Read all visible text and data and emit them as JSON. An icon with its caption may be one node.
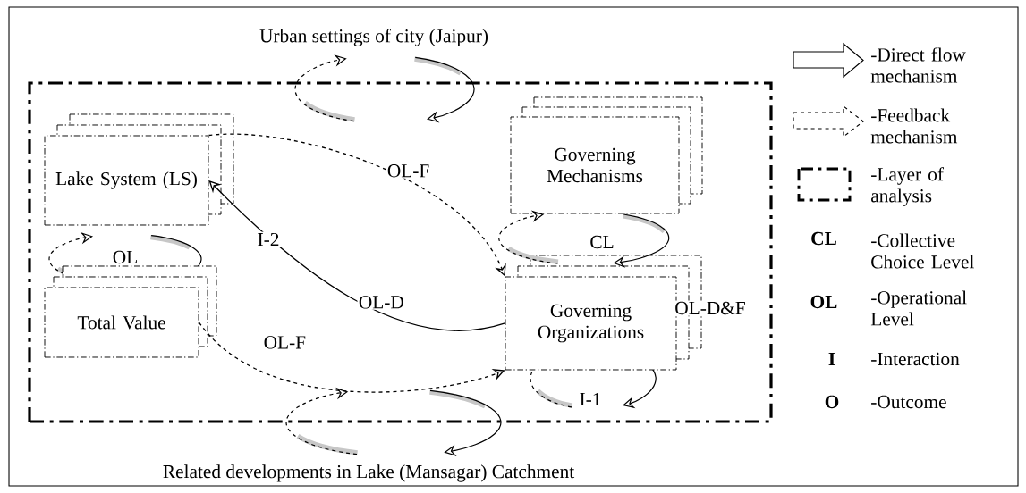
{
  "diagram": {
    "nodes": [
      {
        "text": [],
        "shape": "box"
      },
      {
        "text": [
          "Lake System (LS)"
        ],
        "in": 0
      },
      {
        "text": [
          "Total Value"
        ],
        "in": 0
      },
      {
        "text": [
          "Governing Mechanisms"
        ],
        "in": 0
      },
      {
        "text": [
          "Governing Organizations"
        ],
        "in": 0
      }
    ],
    "edges": [
      {
        "from": 1,
        "to": 4,
        "arrow": "to",
        "style": "dashed",
        "label": "OL-F"
      },
      {
        "from": 4,
        "to": 1,
        "arrow": "to",
        "label": "OL-D"
      },
      {
        "from": 2,
        "to": 4,
        "arrow": "to",
        "style": "dashed",
        "label": "OL-F"
      },
      {
        "from": 4,
        "to": 3,
        "arrow": "to",
        "style": "dashed"
      },
      {
        "from": 3,
        "to": 4,
        "arrow": "to"
      }
    ],
    "labels": [
      "Urban settings of city (Jaipur)",
      "I-2",
      "OL",
      "CL",
      "OL-D&F",
      "I-1",
      "Related developments in Lake (Mansagar) Catchment",
      "CL",
      "OL",
      "I",
      "O"
    ],
    "legend": [
      {
        "text": "-Direct flow mechanism"
      },
      {
        "text": "-Feedback mechanism"
      },
      {
        "text": "-Layer of analysis"
      },
      {
        "text": "-Collective Choice Level"
      },
      {
        "text": "-Operational Level"
      },
      {
        "text": "-Interaction"
      },
      {
        "text": "-Outcome"
      }
    ]
  }
}
